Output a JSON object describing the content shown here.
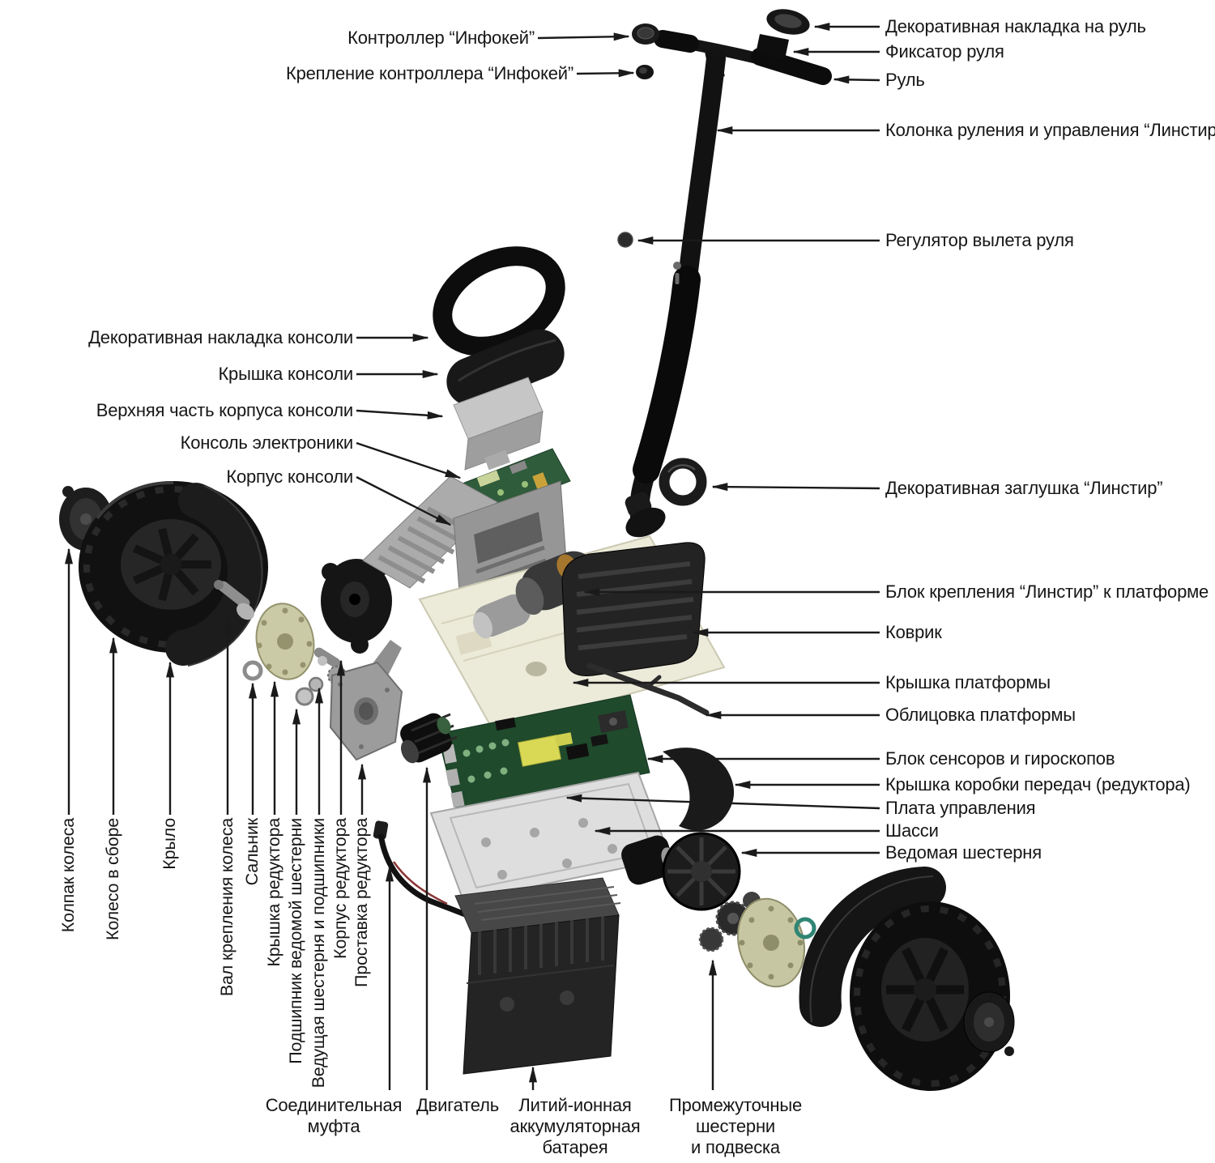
{
  "colors": {
    "background": "#ffffff",
    "text": "#161616",
    "arrow": "#1a1a1a",
    "pcb_green": "#2f5c3b",
    "gear_cover_olive": "#cbcaa6",
    "platform_beige": "#ecead9"
  },
  "labels": {
    "right": [
      {
        "text": "Декоративная накладка на руль"
      },
      {
        "text": "Фиксатор руля"
      },
      {
        "text": "Руль"
      },
      {
        "text": "Колонка руления и управления “Линстир”"
      },
      {
        "text": "Регулятор вылета руля"
      },
      {
        "text": "Декоративная заглушка “Линстир”"
      },
      {
        "text": "Блок крепления “Линстир” к платформе"
      },
      {
        "text": "Коврик"
      },
      {
        "text": "Крышка платформы"
      },
      {
        "text": "Облицовка платформы"
      },
      {
        "text": "Блок сенсоров и гироскопов"
      },
      {
        "text": "Крышка коробки передач (редуктора)"
      },
      {
        "text": "Плата управления"
      },
      {
        "text": "Шасси"
      },
      {
        "text": "Ведомая шестерня"
      }
    ],
    "left": [
      {
        "text": "Контроллер “Инфокей”"
      },
      {
        "text": "Крепление контроллера “Инфокей”"
      },
      {
        "text": "Декоративная накладка консоли"
      },
      {
        "text": "Крышка консоли"
      },
      {
        "text": "Верхняя часть корпуса консоли"
      },
      {
        "text": "Консоль электроники"
      },
      {
        "text": "Корпус консоли"
      }
    ],
    "vertical": [
      {
        "text": "Колпак колеса"
      },
      {
        "text": "Колесо в сборе"
      },
      {
        "text": "Крыло"
      },
      {
        "text": "Вал крепления колеса"
      },
      {
        "text": "Сальник"
      },
      {
        "text": "Крышка редуктора"
      },
      {
        "text": "Подшипник ведомой шестерни"
      },
      {
        "text": "Ведущая шестерня и подшипники"
      },
      {
        "text": "Корпус редуктора"
      },
      {
        "text": "Проставка редуктора"
      }
    ],
    "bottom": [
      {
        "text": "Соединительная\nмуфта"
      },
      {
        "text": "Двигатель"
      },
      {
        "text": "Литий-ионная\nаккумуляторная\nбатарея"
      },
      {
        "text": "Промежуточные\nшестерни\nи подвеска"
      }
    ]
  }
}
